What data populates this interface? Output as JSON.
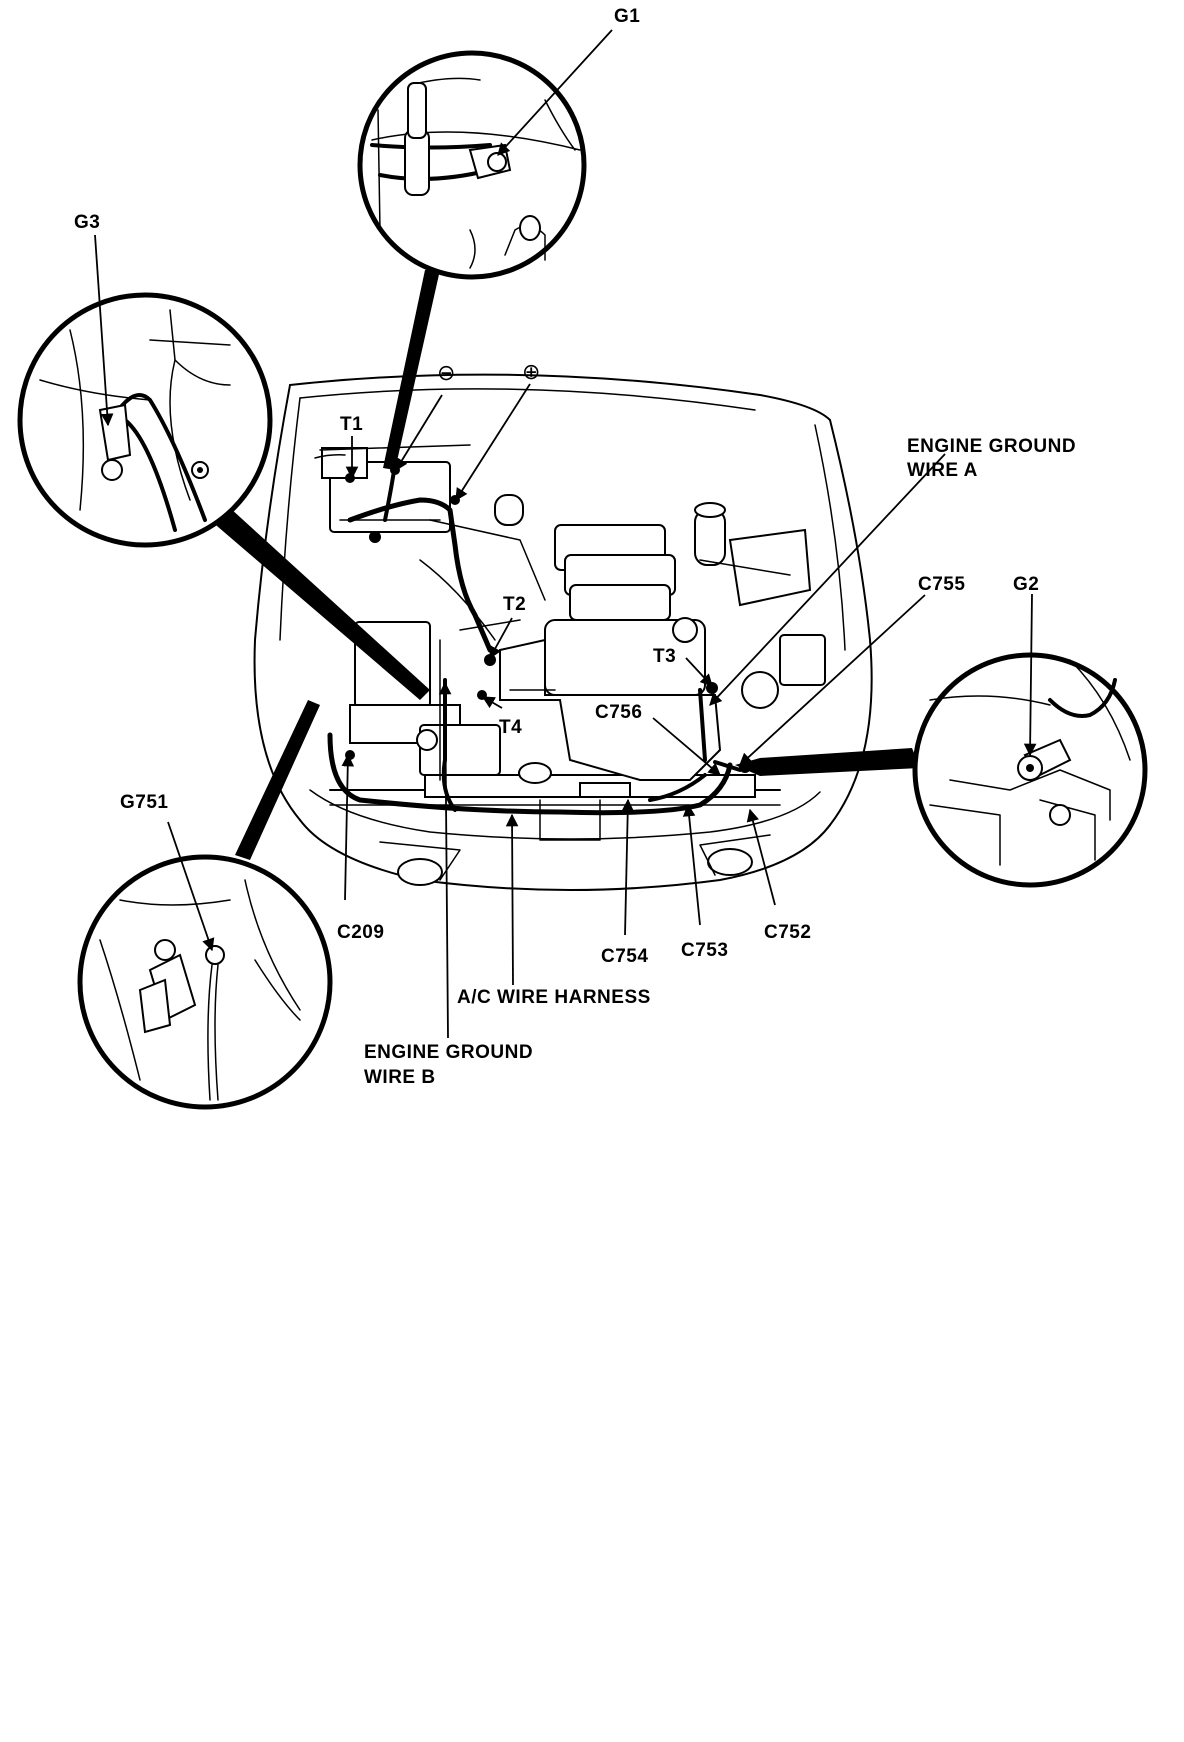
{
  "labels": {
    "g1": "G1",
    "g2": "G2",
    "g3": "G3",
    "g751": "G751",
    "t1": "T1",
    "t2": "T2",
    "t3": "T3",
    "t4": "T4",
    "minus": "⊖",
    "plus": "⊕",
    "engine_ground_a_line1": "ENGINE GROUND",
    "engine_ground_a_line2": "WIRE A",
    "engine_ground_b_line1": "ENGINE GROUND",
    "engine_ground_b_line2": "WIRE B",
    "c755": "C755",
    "c756": "C756",
    "c209": "C209",
    "c754": "C754",
    "c753": "C753",
    "c752": "C752",
    "ac_harness": "A/C WIRE HARNESS"
  }
}
